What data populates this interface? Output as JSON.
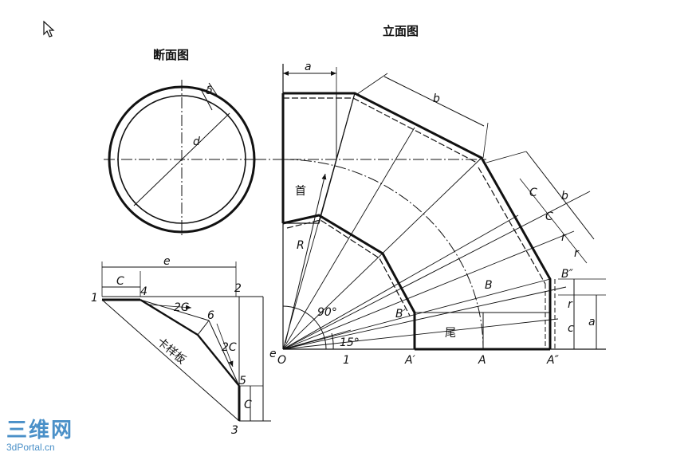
{
  "titles": {
    "elevation": "立面图",
    "section": "断面图"
  },
  "section_labels": {
    "d": "d",
    "t": "δ"
  },
  "elevation_labels": {
    "a_top": "a",
    "b_top": "b",
    "b_right": "b",
    "c1": "C",
    "c2": "C",
    "c_half1": "r",
    "c_half2": "r",
    "c_side": "c",
    "r_side": "r",
    "a_side": "a",
    "R": "R",
    "head": "首",
    "tail": "尾",
    "angle90": "90°",
    "angle15": "15°",
    "O": "O",
    "one": "1",
    "A1": "A′",
    "A": "A",
    "A2": "A″",
    "B1": "B′",
    "B": "B",
    "B2": "B″"
  },
  "template_labels": {
    "e_top": "e",
    "e_side": "e",
    "c_top": "C",
    "c_bottom": "C",
    "two_c1": "2C",
    "two_c2": "2C",
    "p1": "1",
    "p2": "2",
    "p3": "3",
    "p4": "4",
    "p5": "5",
    "p6": "6",
    "card": "卡样板"
  },
  "watermark": {
    "top": "三维网",
    "bottom": "3dPortal.cn"
  }
}
